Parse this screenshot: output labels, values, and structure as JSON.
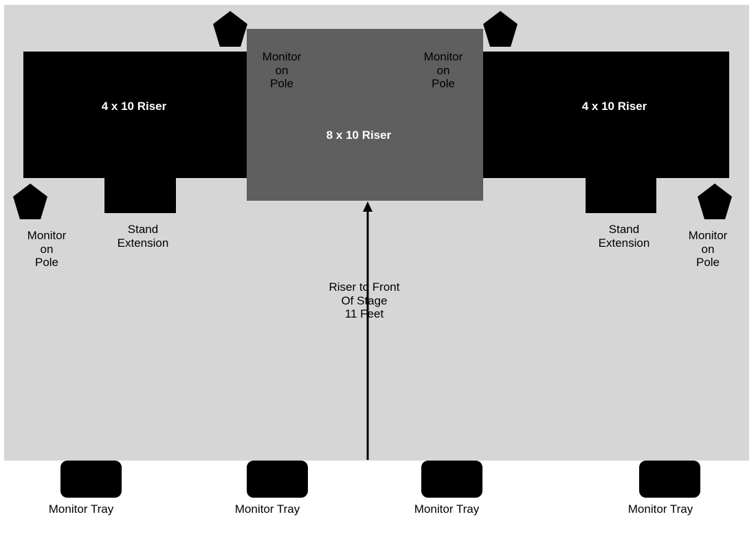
{
  "risers": {
    "left_label": "4 x 10 Riser",
    "center_label": "8 x 10 Riser",
    "right_label": "4 x 10 Riser"
  },
  "stand_extension": {
    "left_label": "Stand\nExtension",
    "right_label": "Stand\nExtension"
  },
  "monitors_on_pole": {
    "top_left_label": "Monitor\non\nPole",
    "top_right_label": "Monitor\non\nPole",
    "side_left_label": "Monitor\non\nPole",
    "side_right_label": "Monitor\non\nPole"
  },
  "distance": {
    "label": "Riser to Front\nOf Stage\n11 Feet"
  },
  "monitor_trays": [
    "Monitor Tray",
    "Monitor Tray",
    "Monitor Tray",
    "Monitor Tray"
  ],
  "colors": {
    "stage": "#d6d6d6",
    "riser_4x10": "#000000",
    "riser_8x10": "#5f5f5f",
    "monitor": "#000000"
  }
}
